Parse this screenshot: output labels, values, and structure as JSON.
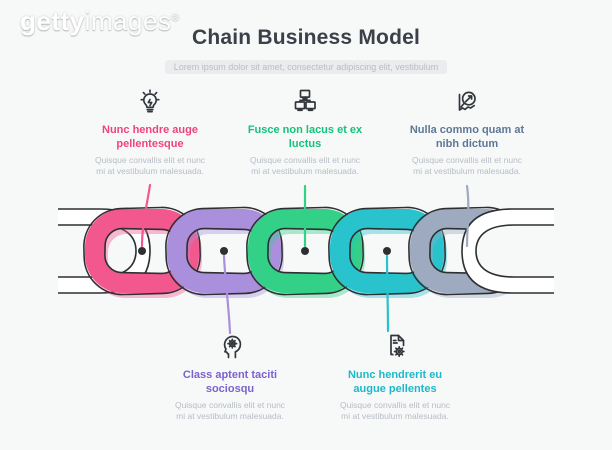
{
  "watermark": {
    "brand_bold": "getty",
    "brand_light": "images",
    "registered": "®"
  },
  "header": {
    "title": "Chain Business Model",
    "subtitle": "Lorem ipsum dolor sit amet, consectetur adipiscing elit, vestibulum"
  },
  "sections": [
    {
      "id": "step-1",
      "position": "top",
      "icon": "lightbulb-icon",
      "accent": "#f0437e",
      "title": "Nunc hendre auge pellentesque",
      "body": "Quisque convallis elit et nunc mi at vestibulum malesuada."
    },
    {
      "id": "step-2",
      "position": "top",
      "icon": "computer-network-icon",
      "accent": "#12c47b",
      "title": "Fusce non lacus et ex luctus",
      "body": "Quisque convallis elit et nunc mi at vestibulum malesuada."
    },
    {
      "id": "step-3",
      "position": "top",
      "icon": "chart-magnifier-icon",
      "accent": "#5e7795",
      "title": "Nulla commo quam at nibh dictum",
      "body": "Quisque convallis elit et nunc mi at vestibulum malesuada."
    },
    {
      "id": "step-4",
      "position": "bottom",
      "icon": "head-gear-icon",
      "accent": "#7b63cd",
      "title": "Class aptent taciti sociosqu",
      "body": "Quisque convallis elit et nunc mi at vestibulum malesuada."
    },
    {
      "id": "step-5",
      "position": "bottom",
      "icon": "document-gear-icon",
      "accent": "#1db9c9",
      "title": "Nunc hendrerit eu augue pellentes",
      "body": "Quisque convallis elit et nunc mi at vestibulum malesuada."
    }
  ],
  "chain": {
    "links": [
      {
        "id": "end-left",
        "color": "#ffffff"
      },
      {
        "id": "link-pink",
        "color": "#f2588e"
      },
      {
        "id": "link-purple",
        "color": "#a98fdc"
      },
      {
        "id": "link-green",
        "color": "#33d087"
      },
      {
        "id": "link-teal",
        "color": "#28c3cd"
      },
      {
        "id": "link-gray",
        "color": "#9daabf"
      },
      {
        "id": "end-right",
        "color": "#ffffff"
      }
    ],
    "outline_color": "#2d2f33",
    "dot_color": "#2d2f33",
    "background": "#f7f8f8"
  }
}
